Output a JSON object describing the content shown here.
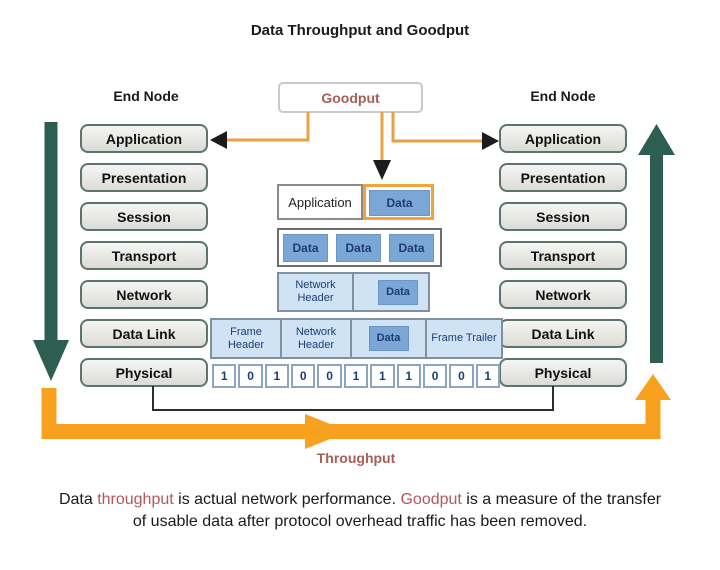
{
  "title": "Data Throughput and Goodput",
  "goodput_box": {
    "label": "Goodput"
  },
  "left_node": {
    "title": "End Node",
    "layers": [
      "Application",
      "Presentation",
      "Session",
      "Transport",
      "Network",
      "Data Link",
      "Physical"
    ]
  },
  "right_node": {
    "title": "End Node",
    "layers": [
      "Application",
      "Presentation",
      "Session",
      "Transport",
      "Network",
      "Data Link",
      "Physical"
    ]
  },
  "encapsulation": {
    "row1": {
      "left": "Application",
      "data": "Data"
    },
    "row2": {
      "data1": "Data",
      "data2": "Data",
      "data3": "Data"
    },
    "row3": {
      "header": "Network Header",
      "data": "Data"
    },
    "row4": {
      "frame_header": "Frame Header",
      "network_header": "Network Header",
      "data": "Data",
      "frame_trailer": "Frame Trailer"
    },
    "bits": [
      "1",
      "0",
      "1",
      "0",
      "0",
      "1",
      "1",
      "1",
      "0",
      "0",
      "1"
    ]
  },
  "throughput_label": "Throughput",
  "caption": {
    "part1": "Data ",
    "word1": "throughput",
    "part2": " is actual network performance. ",
    "word2": "Goodput",
    "part3": " is a measure of the transfer",
    "line2": "of usable data after protocol overhead traffic has been removed."
  },
  "colors": {
    "green_arrow": "#2e5e52",
    "orange_arrow": "#f7a11f",
    "goodput_line_orange": "#e6a243",
    "red_text": "#a85d58",
    "light_blue": "#cfe3f5",
    "mid_blue": "#7aa7d6",
    "navy_text": "#1c3e70",
    "box_border_teal": "#5b756e"
  }
}
